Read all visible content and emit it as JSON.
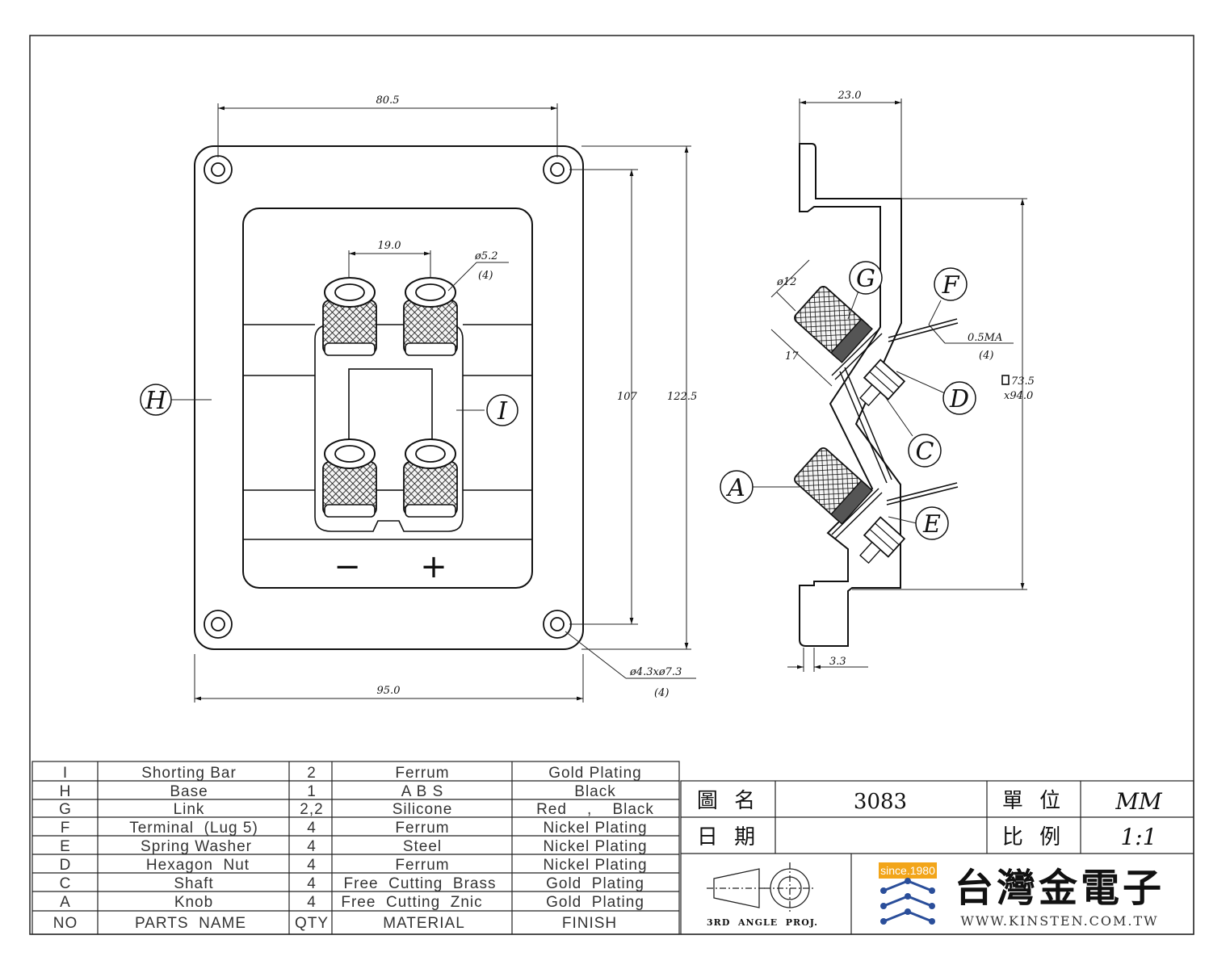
{
  "front_view": {
    "dims": {
      "top_width": "80.5",
      "terminal_spacing": "19.0",
      "terminal_dia": "ø5.2",
      "terminal_count": "(4)",
      "height_inner": "107",
      "height_outer": "122.5",
      "bottom_width": "95.0",
      "hole_spec": "ø4.3xø7.3",
      "hole_count": "(4)"
    },
    "callouts": {
      "base": "H",
      "shorting_bar": "I"
    },
    "polarity": {
      "minus": "−",
      "plus": "+"
    }
  },
  "side_view": {
    "dims": {
      "depth": "23.0",
      "knob_dia": "ø12",
      "knob_length": "17",
      "lug": "0.5MA",
      "lug_count": "(4)",
      "cutout_a": "73.5",
      "cutout_b": "x94.0",
      "flange": "3.3"
    },
    "callouts": {
      "link": "G",
      "terminal": "F",
      "nut": "D",
      "shaft": "C",
      "knob": "A",
      "washer": "E"
    }
  },
  "parts_table": {
    "rows": [
      {
        "no": "I",
        "name": "Shorting  Bar",
        "qty": "2",
        "material": "Ferrum",
        "finish": "Gold  Plating"
      },
      {
        "no": "H",
        "name": "Base",
        "qty": "1",
        "material": "A  B  S",
        "finish": "Black"
      },
      {
        "no": "G",
        "name": "Link",
        "qty": "2,2",
        "material": "Silicone",
        "finish": "Red    ,    Black"
      },
      {
        "no": "F",
        "name": "Terminal  (Lug 5)",
        "qty": "4",
        "material": "Ferrum",
        "finish": "Nickel Plating"
      },
      {
        "no": "E",
        "name": "Spring Washer",
        "qty": "4",
        "material": "Steel",
        "finish": "Nickel Plating"
      },
      {
        "no": "D",
        "name": "Hexagon  Nut",
        "qty": "4",
        "material": "Ferrum",
        "finish": "Nickel Plating"
      },
      {
        "no": "C",
        "name": "Shaft",
        "qty": "4",
        "material": "Free  Cutting  Brass",
        "finish": "Gold  Plating"
      },
      {
        "no": "A",
        "name": "Knob",
        "qty": "4",
        "material": "Free  Cutting  Znic",
        "finish": "Gold  Plating"
      }
    ],
    "header": {
      "no": "NO",
      "name": "PARTS  NAME",
      "qty": "QTY",
      "material": "MATERIAL",
      "finish": "FINISH"
    }
  },
  "title_block": {
    "drawing_name_label": "圖 名",
    "drawing_name": "3083",
    "unit_label": "單 位",
    "unit": "MM",
    "date_label": "日 期",
    "date": "",
    "scale_label": "比 例",
    "scale": "1:1",
    "projection": "3RD  ANGLE  PROJ.",
    "company": "台灣金電子",
    "since": "since.1980",
    "website": "WWW.KINSTEN.COM.TW"
  },
  "colors": {
    "line": "#111111",
    "logo_orange": "#f2a51a",
    "logo_blue": "#2a4e9a"
  }
}
